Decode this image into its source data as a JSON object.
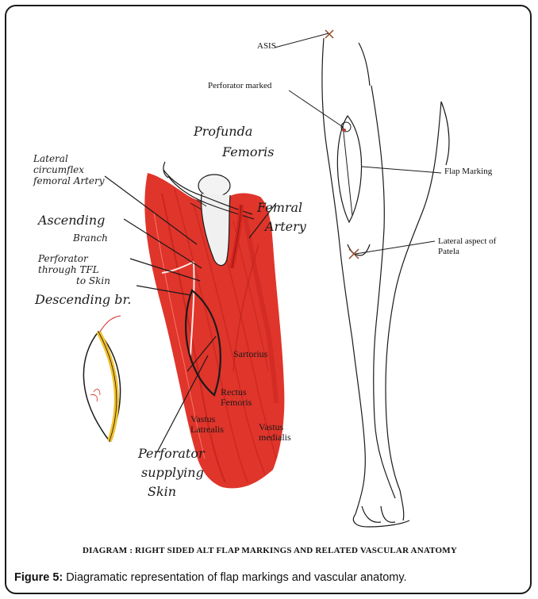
{
  "diagram": {
    "labels": {
      "asis": "ASIS",
      "perforator_marked": "Perforator marked",
      "flap_marking": "Flap Marking",
      "lateral_aspect_1": "Lateral aspect of",
      "lateral_aspect_2": "Patela"
    },
    "handwritten": {
      "profunda_1": "Profunda",
      "profunda_2": "Femoris",
      "lcfa_1": "Lateral",
      "lcfa_2": "circumflex",
      "lcfa_3": "femoral Artery",
      "femoral_artery_1": "Femral",
      "femoral_artery_2": "Artery",
      "ascending_1": "Ascending",
      "ascending_2": "Branch",
      "perf_tfl_1": "Perforator",
      "perf_tfl_2": "through TFL",
      "perf_tfl_3": "to Skin",
      "descending": "Descending br.",
      "perf_skin_1": "Perforator",
      "perf_skin_2": "supplying",
      "perf_skin_3": "Skin"
    },
    "muscles": {
      "sartorius": "Sartorius",
      "rectus_femoris": "Rectus\nFemoris",
      "vastus_lateralis": "Vastus\nLatrealis",
      "vastus_medialis": "Vastus\nmedialis"
    }
  },
  "captions": {
    "diagram_title": "DIAGRAM : RIGHT SIDED ALT FLAP MARKINGS AND RELATED VASCULAR ANATOMY",
    "figure_label": "Figure 5:",
    "figure_text": " Diagramatic representation of flap markings and vascular anatomy."
  },
  "colors": {
    "muscle": "#e0352b",
    "muscle_dark": "#b81e18",
    "skin_paddle": "#f2c12e",
    "ink": "#1a1a1a",
    "marker": "#8b4a2a"
  }
}
